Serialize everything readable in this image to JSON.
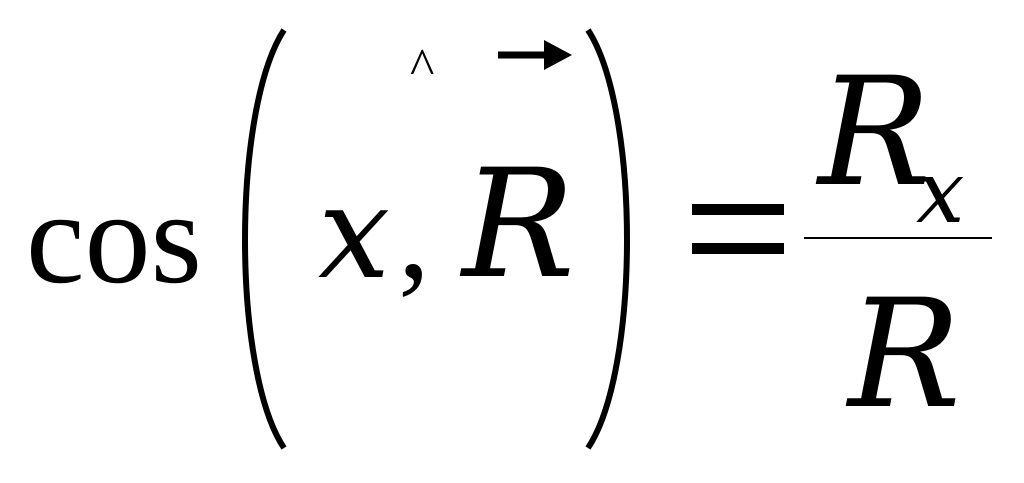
{
  "formula": {
    "function_name": "cos",
    "vector_symbol": "x",
    "vector_symbol_second": "R",
    "separator": ",",
    "hat_symbol": "^",
    "fraction": {
      "numerator": "R",
      "numerator_subscript": "x",
      "denominator": "R"
    }
  },
  "icons": {
    "left_paren": "left-paren-icon",
    "right_paren": "right-paren-icon",
    "vector_arrow": "vector-arrow-icon",
    "equals": "equals-icon",
    "fraction_bar": "fraction-bar-icon"
  },
  "colors": {
    "ink": "#000000",
    "background": "#ffffff"
  }
}
